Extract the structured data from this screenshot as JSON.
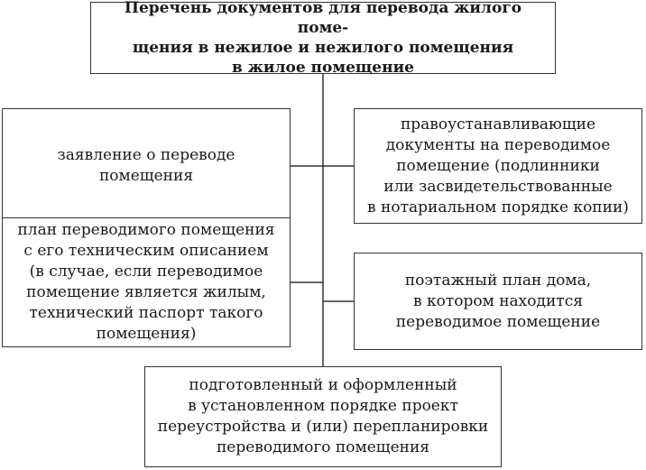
{
  "diagram": {
    "title": "Перечень документов для перевода жилого поме-\nщения в нежилое и нежилого помещения\nв жилое помещение",
    "items": [
      {
        "id": "application",
        "text": "заявление о переводе\nпомещения"
      },
      {
        "id": "title-documents",
        "text": "правоустанавливающие\nдокументы на переводимое\nпомещение (подлинники\nили засвидетельствованные\nв нотариальном порядке копии)"
      },
      {
        "id": "premises-plan",
        "text": "план переводимого помещения\nс его техническим описанием\n(в случае, если переводимое\nпомещение является жилым,\nтехнический паспорт такого\nпомещения)"
      },
      {
        "id": "floor-plan",
        "text": "поэтажный план дома,\nв котором находится\nпереводимое помещение"
      },
      {
        "id": "reconstruction-project",
        "text": "подготовленный и оформленный\nв установленном порядке проект\nпереустройства и (или) перепланировки\nпереводимого помещения"
      }
    ],
    "colors": {
      "border": "#333333",
      "text": "#1a1a1a",
      "background": "#ffffff"
    }
  }
}
